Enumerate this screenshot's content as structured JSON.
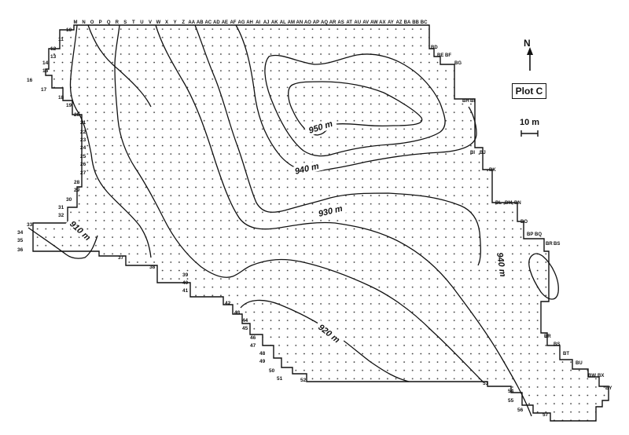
{
  "plot_label": "Plot C",
  "north_label": "N",
  "scale_label": "10 m",
  "column_labels": [
    "M",
    "N",
    "O",
    "P",
    "Q",
    "R",
    "S",
    "T",
    "U",
    "V",
    "W",
    "X",
    "Y",
    "Z",
    "AA",
    "AB",
    "AC",
    "AD",
    "AE",
    "AF",
    "AG",
    "AH",
    "AI",
    "AJ",
    "AK",
    "AL",
    "AM",
    "AN",
    "AO",
    "AP",
    "AQ",
    "AR",
    "AS",
    "AT",
    "AU",
    "AV",
    "AW",
    "AX",
    "AY",
    "AZ",
    "BA",
    "BB",
    "BC"
  ],
  "east_column_labels": [
    "BD",
    "BE",
    "BF",
    "BG",
    "BH",
    "BI",
    "BI",
    "BJ",
    "BK",
    "BL",
    "BM",
    "BN",
    "BO",
    "BP",
    "BQ",
    "BR",
    "BS",
    "BR",
    "BS",
    "BT",
    "BU",
    "BW",
    "BX",
    "BY"
  ],
  "row_labels": [
    "10",
    "11",
    "12",
    "13",
    "14",
    "15",
    "16",
    "17",
    "18",
    "19",
    "20",
    "21",
    "22",
    "23",
    "24",
    "25",
    "26",
    "27",
    "28",
    "29",
    "30",
    "31",
    "32",
    "33",
    "34",
    "35",
    "36",
    "37",
    "38",
    "39",
    "40",
    "41",
    "42",
    "43",
    "44",
    "45",
    "46",
    "47",
    "48",
    "49",
    "50",
    "51",
    "52",
    "53",
    "54",
    "55",
    "56",
    "57"
  ],
  "contour_labels": {
    "c950": "950 m",
    "c940_north": "940 m",
    "c930": "930 m",
    "c910": "910 m",
    "c940_east": "940 m",
    "c920": "920 m"
  }
}
